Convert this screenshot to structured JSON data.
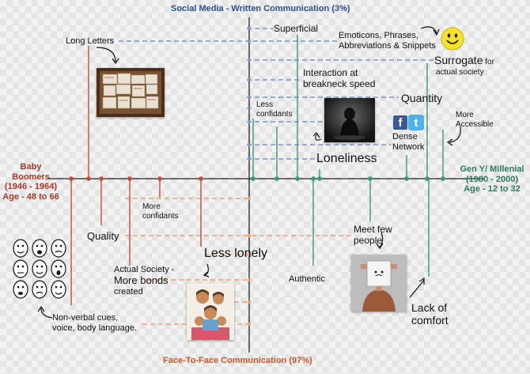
{
  "axes": {
    "top": "Social Media - Written Communication (3%)",
    "bottom": "Face-To-Face Communication (97%)",
    "left": {
      "line1": "Baby",
      "line2": "Boomers",
      "line3": "(1946 - 1964)",
      "line4": "Age - 48 to 66"
    },
    "right": {
      "line1": "Gen Y/ Millenial",
      "line2": "(1980 - 2000)",
      "line3": "Age - 12 to 32"
    }
  },
  "labels": {
    "long_letters": "Long Letters",
    "superficial": "Superficial",
    "emoticons_line1": "Emoticons, Phrases,",
    "emoticons_line2": "Abbreviations & Snippets",
    "surrogate_main": "Surrogate",
    "surrogate_for": " for",
    "surrogate_line2": "actual society",
    "interaction_line1": "Interaction at",
    "interaction_line2": "breakneck speed",
    "quantity": "Quantity",
    "less_confidants_line1": "Less",
    "less_confidants_line2": "confidants",
    "more_accessible_line1": "More",
    "more_accessible_line2": "Accessible",
    "dense_line1": "Dense",
    "dense_line2": "Network",
    "loneliness": "Loneliness",
    "more_confidants_line1": "More",
    "more_confidants_line2": "confidants",
    "quality": "Quality",
    "meet_few_line1": "Meet few",
    "meet_few_line2": "people",
    "less_lonely": "Less lonely",
    "actual_society_line1": "Actual Society -",
    "actual_society_line2": "More bonds",
    "actual_society_line3": "created",
    "authentic": "Authentic",
    "lack_line1": "Lack of",
    "lack_line2": "comfort",
    "nonverbal_line1": "Non-verbal cues,",
    "nonverbal_line2": "voice, body language."
  },
  "colors": {
    "blue_dash": "#7b95c8",
    "orange_dash": "#f0a070",
    "axis": "#222222",
    "tick_red": "#c0503a",
    "tick_green": "#3c9a70"
  },
  "icons": {
    "smiley": "smiley-icon",
    "facebook": "facebook-icon",
    "twitter": "twitter-icon",
    "faces": "cartoon-faces-icon"
  }
}
